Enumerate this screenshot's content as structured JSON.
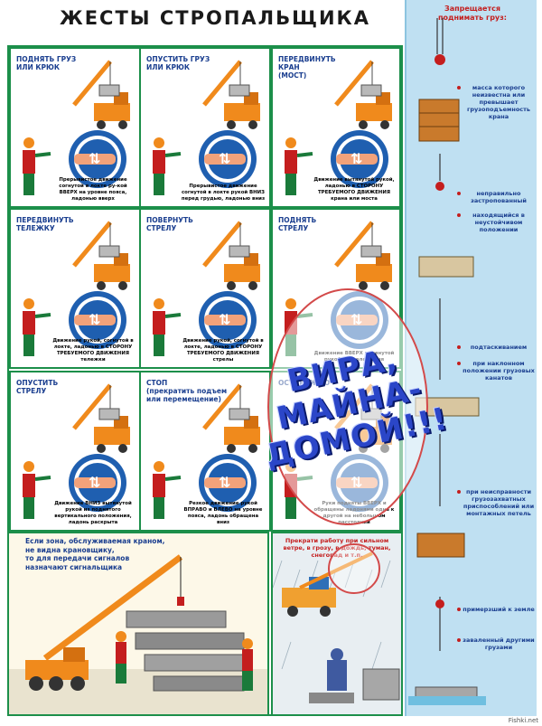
{
  "title": "ЖЕСТЫ СТРОПАЛЬЩИКА",
  "colors": {
    "frame": "#1c8f4a",
    "label": "#1a3e8f",
    "warn": "#c41e1e",
    "sidebar": "#bfe0f2",
    "circle": "#1f5fb0",
    "crane": "#f08a1c"
  },
  "panels": [
    {
      "label": "ПОДНЯТЬ ГРУЗ\nИЛИ КРЮК",
      "caption": "Прерывистое движение согнутой в локте ру-кой ВВЕРХ на уровне пояса, ладонью вверх",
      "icon": "arrow-up-down-icon"
    },
    {
      "label": "ОПУСТИТЬ ГРУЗ\nИЛИ КРЮК",
      "caption": "Прерывистое движение согнутой в локте рукой ВНИЗ перед грудью, ладонью вниз",
      "icon": "arrow-down-icon"
    },
    {
      "label": "ПЕРЕДВИНУТЬ\nКРАН\n(МОСТ)",
      "caption": "Движение вытянутой рукой, ладонью в СТОРОНУ ТРЕБУЕМОГО ДВИЖЕНИЯ крана или моста",
      "icon": "arrow-side-icon"
    },
    {
      "label": "ПЕРЕДВИНУТЬ\nТЕЛЕЖКУ",
      "caption": "Движение рукой, согнутой в локте, ладонью в СТОРОНУ ТРЕБУЕМОГО ДВИЖЕНИЯ тележки",
      "icon": "arrow-side-icon"
    },
    {
      "label": "ПОВЕРНУТЬ\nСТРЕЛУ",
      "caption": "Движение рукой, согнутой в локте, ладонью в СТОРОНУ ТРЕБУЕМОГО ДВИЖЕНИЯ стрелы",
      "icon": "arrow-turn-icon"
    },
    {
      "label": "ПОДНЯТЬ\nСТРЕЛУ",
      "caption": "Движение ВВЕРХ вытянутой рукой, из положения",
      "icon": "arrow-up-icon"
    },
    {
      "label": "ОПУСТИТЬ\nСТРЕЛУ",
      "caption": "Движение ВНИЗ вытянутой рукой из поднятого вертикального положения, ладонь раскрыта",
      "icon": "arrow-down-icon"
    },
    {
      "label": "СТОП\n(прекратить подъем\nили перемещение)",
      "caption": "Резкое движение рукой ВПРАВО и ВЛЕВО на уровне пояса, ладонь обращена вниз",
      "icon": "arrow-horizontal-icon"
    },
    {
      "label": "ОСТОРОЖНО",
      "caption": "Руки подняты ВВЕРХ и обращены ладонями одна к другой на небольшом расстоянии",
      "icon": "hands-icon"
    }
  ],
  "bottom_left_note": "Если зона, обслуживаемая краном,\nне видна крановщику,\nто для передачи сигналов\nназначают сигнальщика",
  "bottom_right_warn": "Прекрати работу при сильном ветре, в грозу, в дождь, туман, снегопад и т.п.",
  "sidebar": {
    "title": "Запрещается\nподнимать груз:",
    "items": [
      "масса которого неизвестна или превышает грузоподъемность крана",
      "неправильно застропованный",
      "находящийся в неустойчивом положении",
      "подтаскиванием",
      "при наклонном положении грузовых канатов",
      "при неисправности грузозахватных приспособлений или монтажных петель",
      "примерзший к земле",
      "заваленный другими грузами"
    ]
  },
  "stamp_lines": [
    "ВИРА,",
    "МАЙНА-",
    "ДОМОЙ!!!"
  ],
  "watermark": "Fishki.net"
}
